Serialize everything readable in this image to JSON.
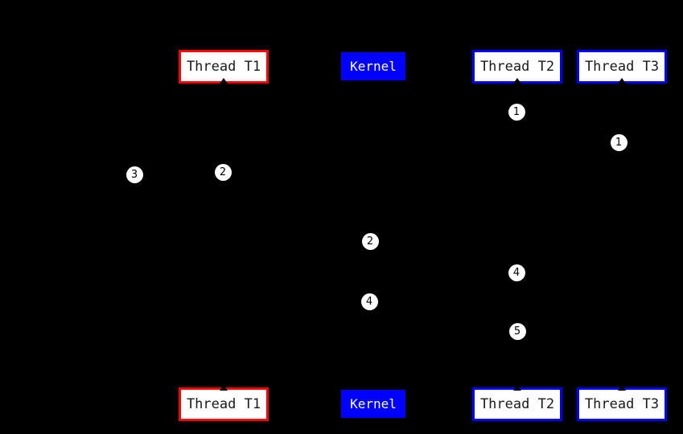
{
  "diagram": {
    "colors": {
      "background": "#000000",
      "red_border": "#ff0000",
      "blue": "#0000ff",
      "box_fill": "#ffffff",
      "box_text": "#1a1a1a",
      "kernel_text": "#ffffff",
      "marker_fill": "#ffffff",
      "marker_text": "#000000"
    },
    "lanes": {
      "thread_t1": {
        "label": "Thread T1",
        "border_color": "#ff0000"
      },
      "kernel": {
        "label": "Kernel",
        "fill_color": "#0000ff"
      },
      "thread_t2": {
        "label": "Thread T2",
        "border_color": "#0000ff"
      },
      "thread_t3": {
        "label": "Thread T3",
        "border_color": "#0000ff"
      }
    },
    "markers": [
      {
        "label": "1"
      },
      {
        "label": "1"
      },
      {
        "label": "2"
      },
      {
        "label": "3"
      },
      {
        "label": "2"
      },
      {
        "label": "4"
      },
      {
        "label": "4"
      },
      {
        "label": "5"
      }
    ]
  }
}
